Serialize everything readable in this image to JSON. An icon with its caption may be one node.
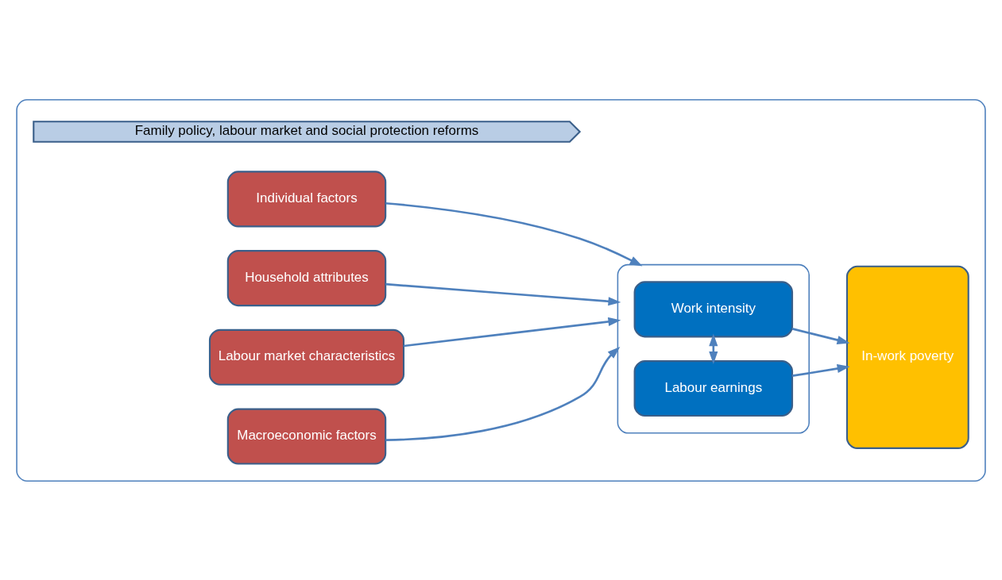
{
  "diagram": {
    "nodes": [
      {
        "text": [],
        "shape": "box"
      },
      {
        "text": [
          "Family policy, labour market and social protection reforms"
        ],
        "in": 0
      },
      {
        "text": [
          "Individual factors"
        ],
        "in": 0
      },
      {
        "text": [
          "Household attributes"
        ],
        "in": 0
      },
      {
        "text": [
          "Labour market characteristics"
        ],
        "in": 0
      },
      {
        "text": [
          "Macroeconomic factors"
        ],
        "in": 0
      },
      {
        "text": [],
        "shape": "box",
        "in": 0
      },
      {
        "text": [
          "Work intensity"
        ],
        "in": 6
      },
      {
        "text": [
          "Labour earnings"
        ],
        "in": 6
      },
      {
        "text": [
          "In-work poverty"
        ],
        "in": 0
      }
    ],
    "edges": [
      {
        "from": 2,
        "to": 6,
        "arrow": "to"
      },
      {
        "from": 3,
        "to": 6,
        "arrow": "to"
      },
      {
        "from": 4,
        "to": 6,
        "arrow": "to"
      },
      {
        "from": 5,
        "to": 6,
        "arrow": "to"
      },
      {
        "from": 7,
        "to": 8,
        "arrow": "both"
      },
      {
        "from": 7,
        "to": 9,
        "arrow": "to"
      },
      {
        "from": 8,
        "to": 9,
        "arrow": "to"
      }
    ]
  }
}
